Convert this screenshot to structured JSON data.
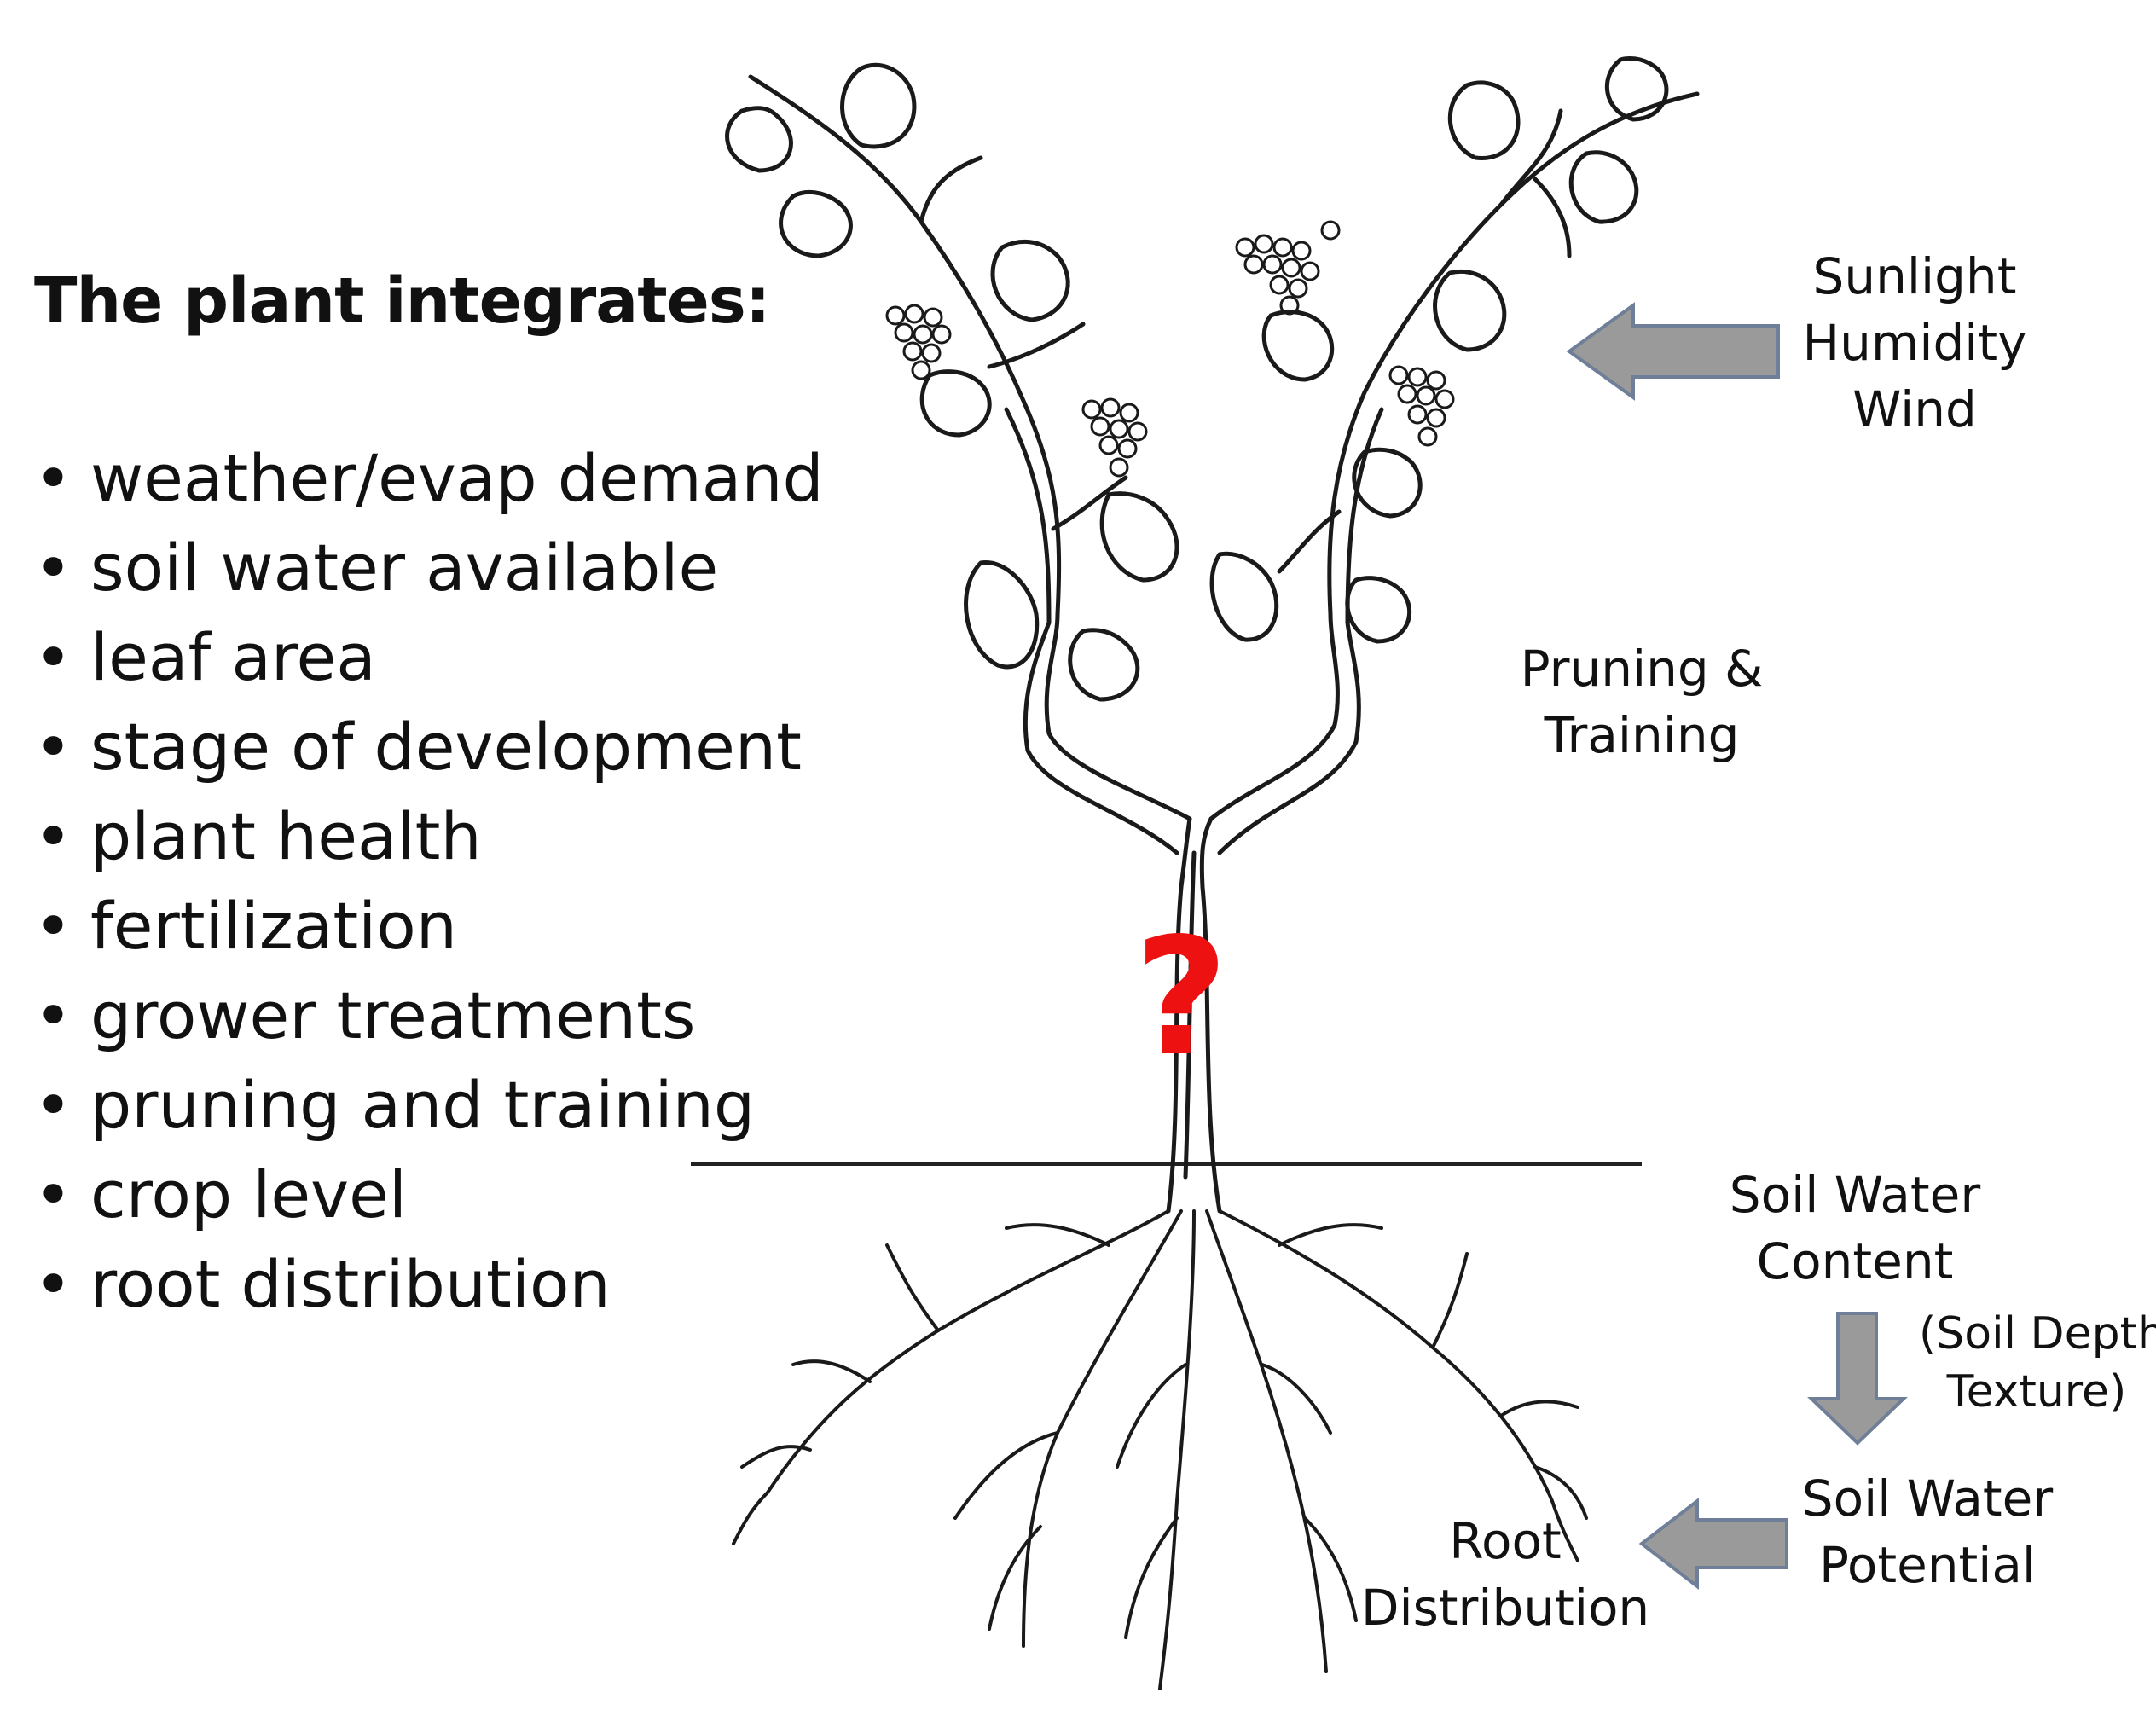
{
  "heading": "The plant integrates:",
  "factors": [
    "weather/evap demand",
    "soil water available",
    "leaf area",
    "stage of development",
    "plant health",
    "fertilization",
    "grower treatments",
    "pruning and training",
    "crop level",
    "root distribution"
  ],
  "bullet": "•",
  "labels": {
    "atmosphere": [
      "Sunlight",
      "Humidity",
      "Wind"
    ],
    "pruning": [
      "Pruning &",
      "Training"
    ],
    "soil_water_content": [
      "Soil Water",
      "Content"
    ],
    "soil_depth": [
      "(Soil Depth",
      "Texture)"
    ],
    "soil_water_potential": [
      "Soil Water",
      "Potential"
    ],
    "root_distribution": [
      "Root",
      "Distribution"
    ]
  },
  "question_mark": "?",
  "colors": {
    "arrow_fill": "#9a9a9a",
    "arrow_stroke": "#6f7f98",
    "question": "#ee1111",
    "ink": "#1a1a1a"
  }
}
